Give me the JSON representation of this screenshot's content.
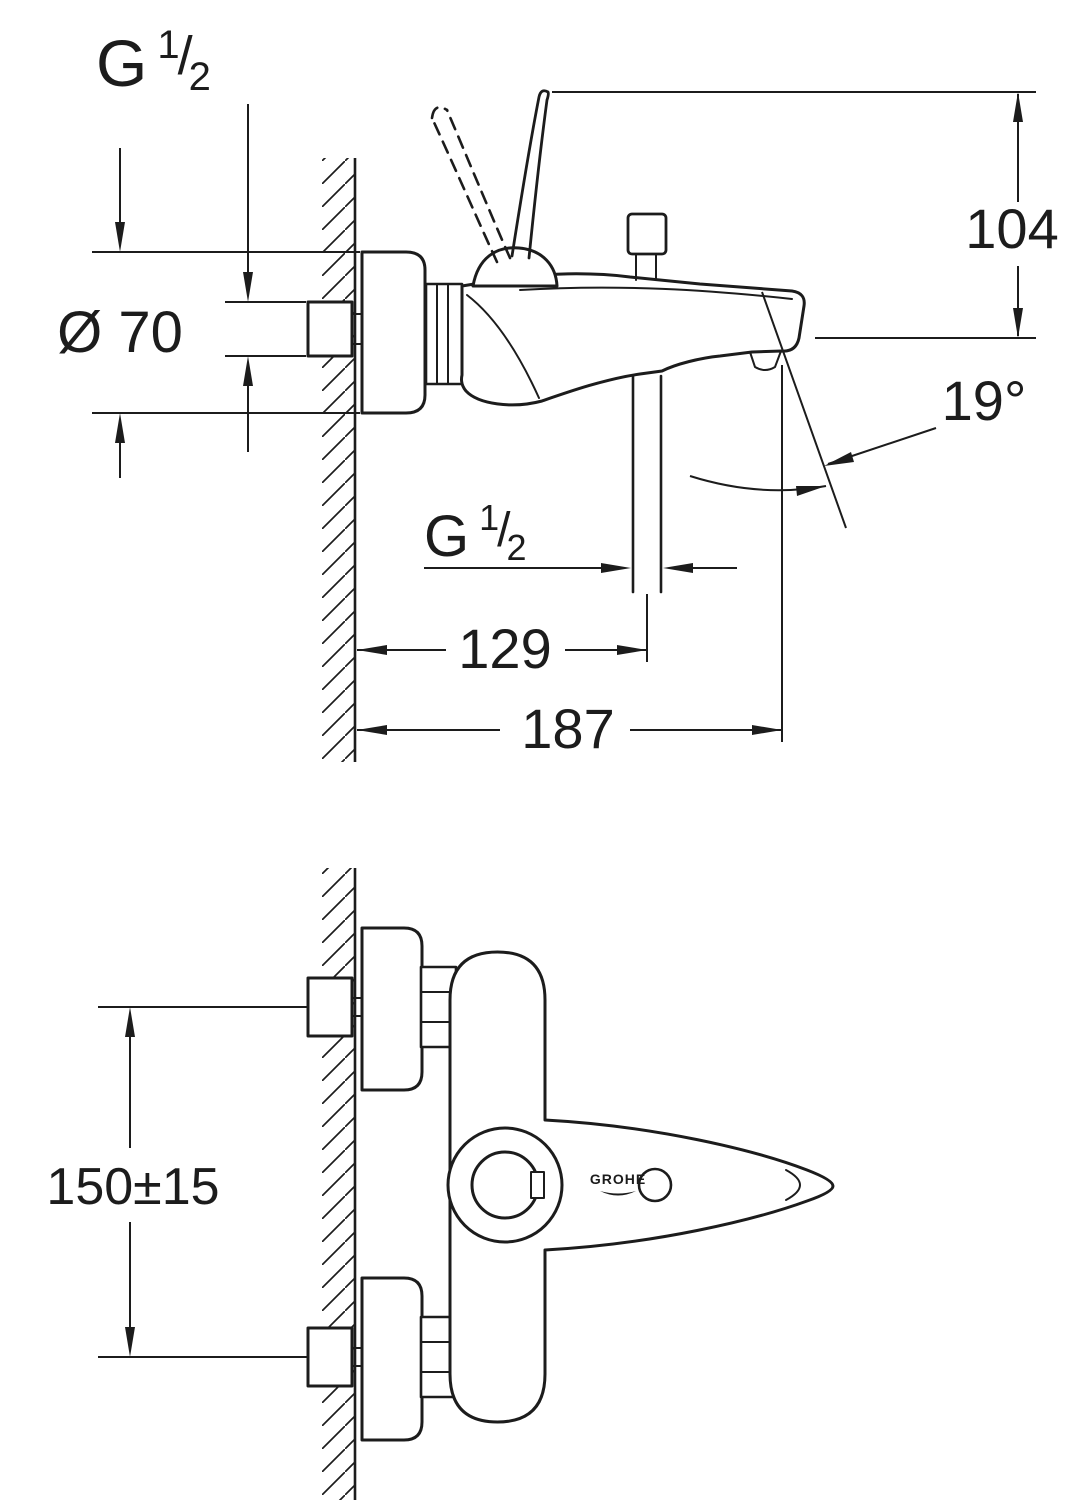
{
  "page": {
    "background": "#ffffff",
    "ink": "#1c1c1c"
  },
  "side_view": {
    "thread_label": {
      "prefix": "G",
      "numerator": "1",
      "slash": "/",
      "denominator": "2"
    },
    "escutcheon_diameter": "Ø 70",
    "spout_height": "104",
    "spout_angle": "19°",
    "shower_thread_label": {
      "prefix": "G",
      "numerator": "1",
      "slash": "/",
      "denominator": "2"
    },
    "shower_outlet_offset": "129",
    "spout_reach": "187"
  },
  "front_view": {
    "mounting_centers": "150±15",
    "logo": "GROHE"
  }
}
